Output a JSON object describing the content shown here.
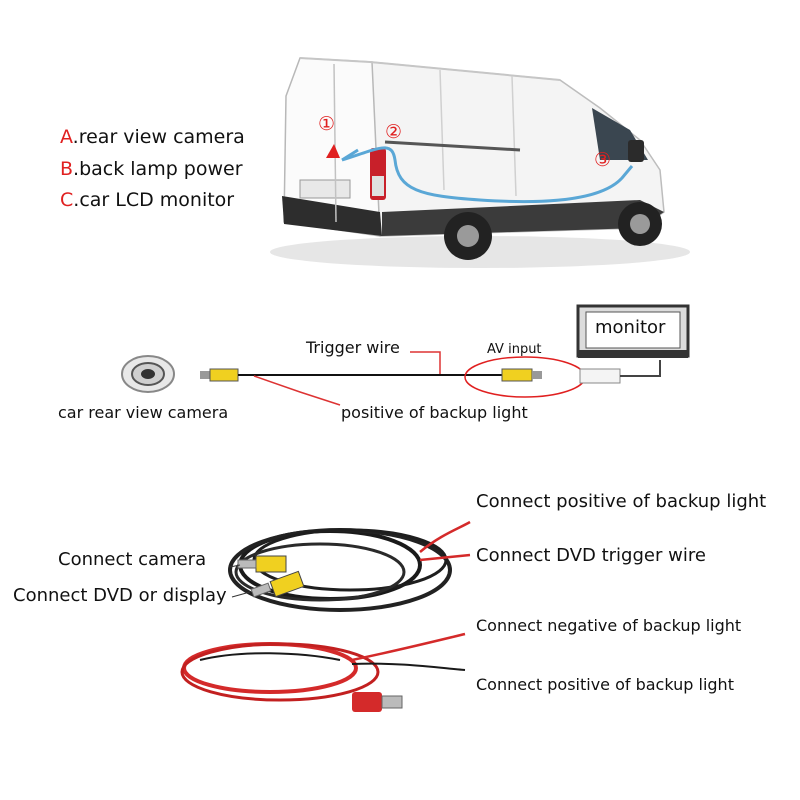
{
  "legend": [
    {
      "letter": "A",
      "text": ".rear view camera"
    },
    {
      "letter": "B",
      "text": ".back lamp power"
    },
    {
      "letter": "C",
      "text": ".car LCD monitor"
    }
  ],
  "van_markers": [
    "①",
    "②",
    "③"
  ],
  "wiring": {
    "monitor": "monitor",
    "trigger_wire": "Trigger wire",
    "av_input": "AV input",
    "camera": "car rear view camera",
    "positive": "positive of backup light"
  },
  "cable_labels": {
    "connect_camera": "Connect camera",
    "connect_dvd_display": "Connect DVD or display",
    "connect_positive_1": "Connect positive of backup light",
    "connect_trigger": "Connect DVD trigger wire",
    "connect_negative": "Connect negative of backup light",
    "connect_positive_2": "Connect positive of backup light"
  },
  "colors": {
    "accent_red": "#e02020",
    "cable_blue": "#5aa7d6",
    "rca_yellow": "#f0d020"
  }
}
